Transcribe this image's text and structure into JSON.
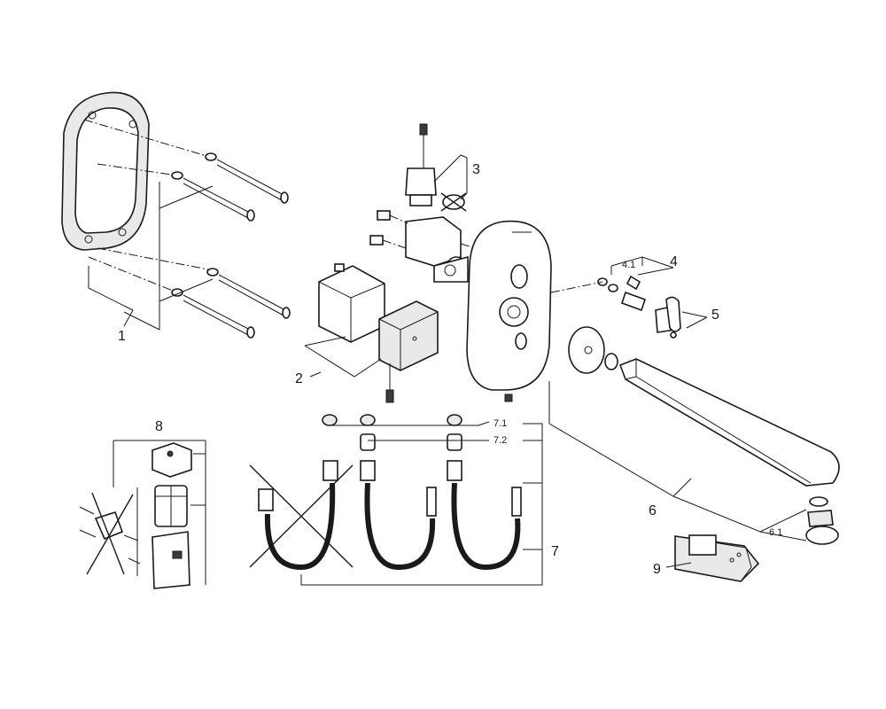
{
  "labels": {
    "p1": "1",
    "p2": "2",
    "p3": "3",
    "p4": "4",
    "p4_1": "4.1",
    "p5": "5",
    "p6": "6",
    "p6_1": "6.1",
    "p7": "7",
    "p7_1": "7.1",
    "p7_2": "7.2",
    "p8": "8",
    "p9": "9"
  },
  "colors": {
    "line": "#1a1a1a",
    "fill": "#ffffff",
    "shade": "#e9e9e9"
  }
}
